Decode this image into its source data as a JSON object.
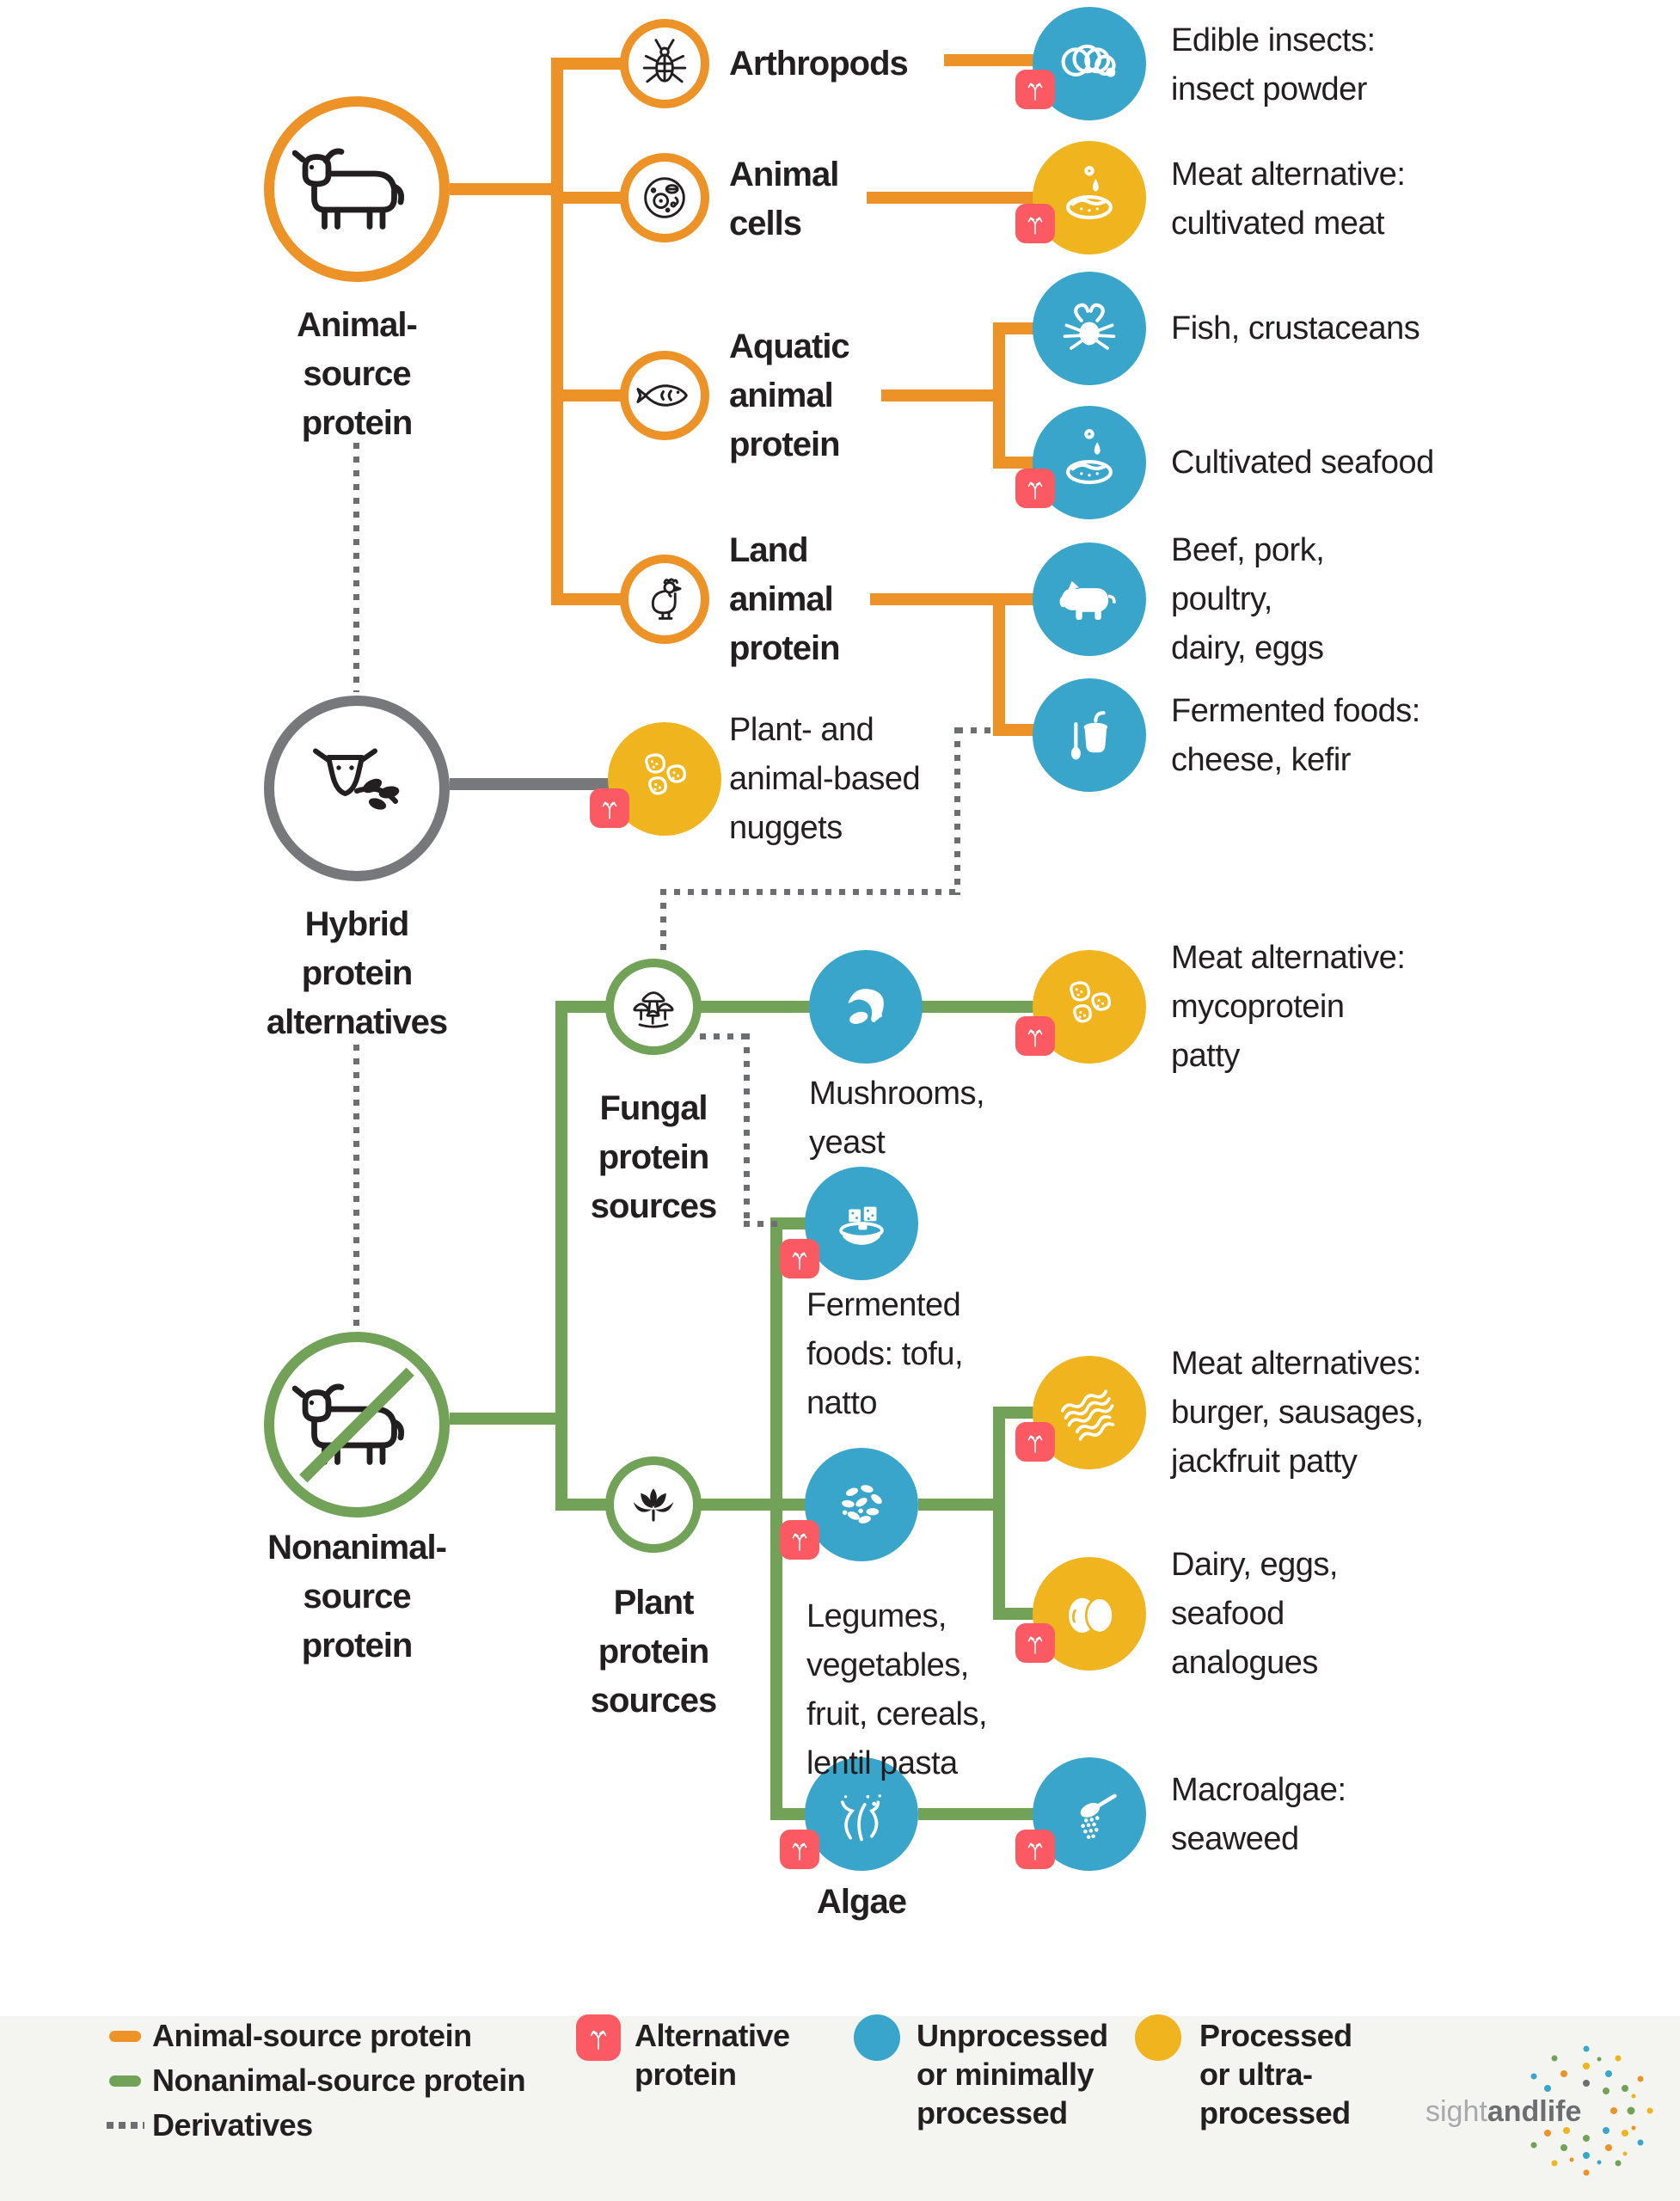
{
  "nodes": {
    "animal": [
      "Animal-",
      "source",
      "protein"
    ],
    "hybrid": [
      "Hybrid",
      "protein",
      "alternatives"
    ],
    "nonanimal": [
      "Nonanimal-",
      "source",
      "protein"
    ],
    "arthropods": [
      "Arthropods"
    ],
    "animal_cells": [
      "Animal",
      "cells"
    ],
    "aquatic": [
      "Aquatic",
      "animal",
      "protein"
    ],
    "land": [
      "Land",
      "animal",
      "protein"
    ],
    "fungal": [
      "Fungal",
      "protein",
      "sources"
    ],
    "plant": [
      "Plant",
      "protein",
      "sources"
    ],
    "algae": [
      "Algae"
    ]
  },
  "sublabels": {
    "nuggets": [
      "Plant- and",
      "animal-based",
      "nuggets"
    ],
    "mushrooms": [
      "Mushrooms,",
      "yeast"
    ],
    "tofu": [
      "Fermented",
      "foods: tofu,",
      "natto"
    ],
    "legumes": [
      "Legumes,",
      "vegetables,",
      "fruit, cereals,",
      "lentil pasta"
    ]
  },
  "outcomes": {
    "insect_powder": [
      "Edible insects:",
      "insect powder"
    ],
    "cultivated_meat": [
      "Meat alternative:",
      "cultivated meat"
    ],
    "fish": [
      "Fish, crustaceans"
    ],
    "cultivated_seafood": [
      "Cultivated seafood"
    ],
    "land_foods": [
      "Beef, pork,",
      "poultry,",
      "dairy, eggs"
    ],
    "fermented_dairy": [
      "Fermented foods:",
      "cheese, kefir"
    ],
    "mycoprotein": [
      "Meat alternative:",
      "mycoprotein",
      "patty"
    ],
    "meat_alternatives": [
      "Meat alternatives:",
      "burger, sausages,",
      "jackfruit patty"
    ],
    "analogue_foods": [
      "Dairy, eggs,",
      "seafood",
      "analogues"
    ],
    "macroalgae": [
      "Macroalgae:",
      "seaweed"
    ]
  },
  "legend": {
    "animal_source": "Animal-source protein",
    "nonanimal_source": "Nonanimal-source protein",
    "derivatives": "Derivatives",
    "alternative_protein": [
      "Alternative",
      "protein"
    ],
    "unprocessed": [
      "Unprocessed",
      "or minimally",
      "processed"
    ],
    "processed": [
      "Processed",
      "or ultra-",
      "processed"
    ]
  },
  "logo": {
    "part1": "sight",
    "part2": "and",
    "part3": "life"
  },
  "colors": {
    "animal_source_orange": "#ED9227",
    "nonanimal_source_green": "#71A257",
    "unprocessed_blue": "#39A5CB",
    "processed_yellow": "#EFB41E",
    "alternative_red": "#FB5A62",
    "hybrid_gray": "#77787B",
    "derivatives_gray": "#6D6E71",
    "text": "#231F20",
    "legend_background": "#F4F4F1"
  },
  "icons": [
    "cow-icon",
    "cow-leaf-icon",
    "cow-crossed-icon",
    "insect-icon",
    "animal-cell-icon",
    "fish-icon",
    "chicken-icon",
    "larva-icon",
    "petri-dish-icon",
    "crab-icon",
    "pig-icon",
    "kefir-bucket-icon",
    "nugget-icon",
    "mushroom-yeast-icon",
    "tofu-bowl-icon",
    "seeds-icon",
    "bacon-icon",
    "eggs-icon",
    "seaweed-icon",
    "seaweed-spoon-icon",
    "mushroom-cluster-icon",
    "lotus-icon",
    "branching-arrows-icon",
    "sightandlife-logo"
  ]
}
